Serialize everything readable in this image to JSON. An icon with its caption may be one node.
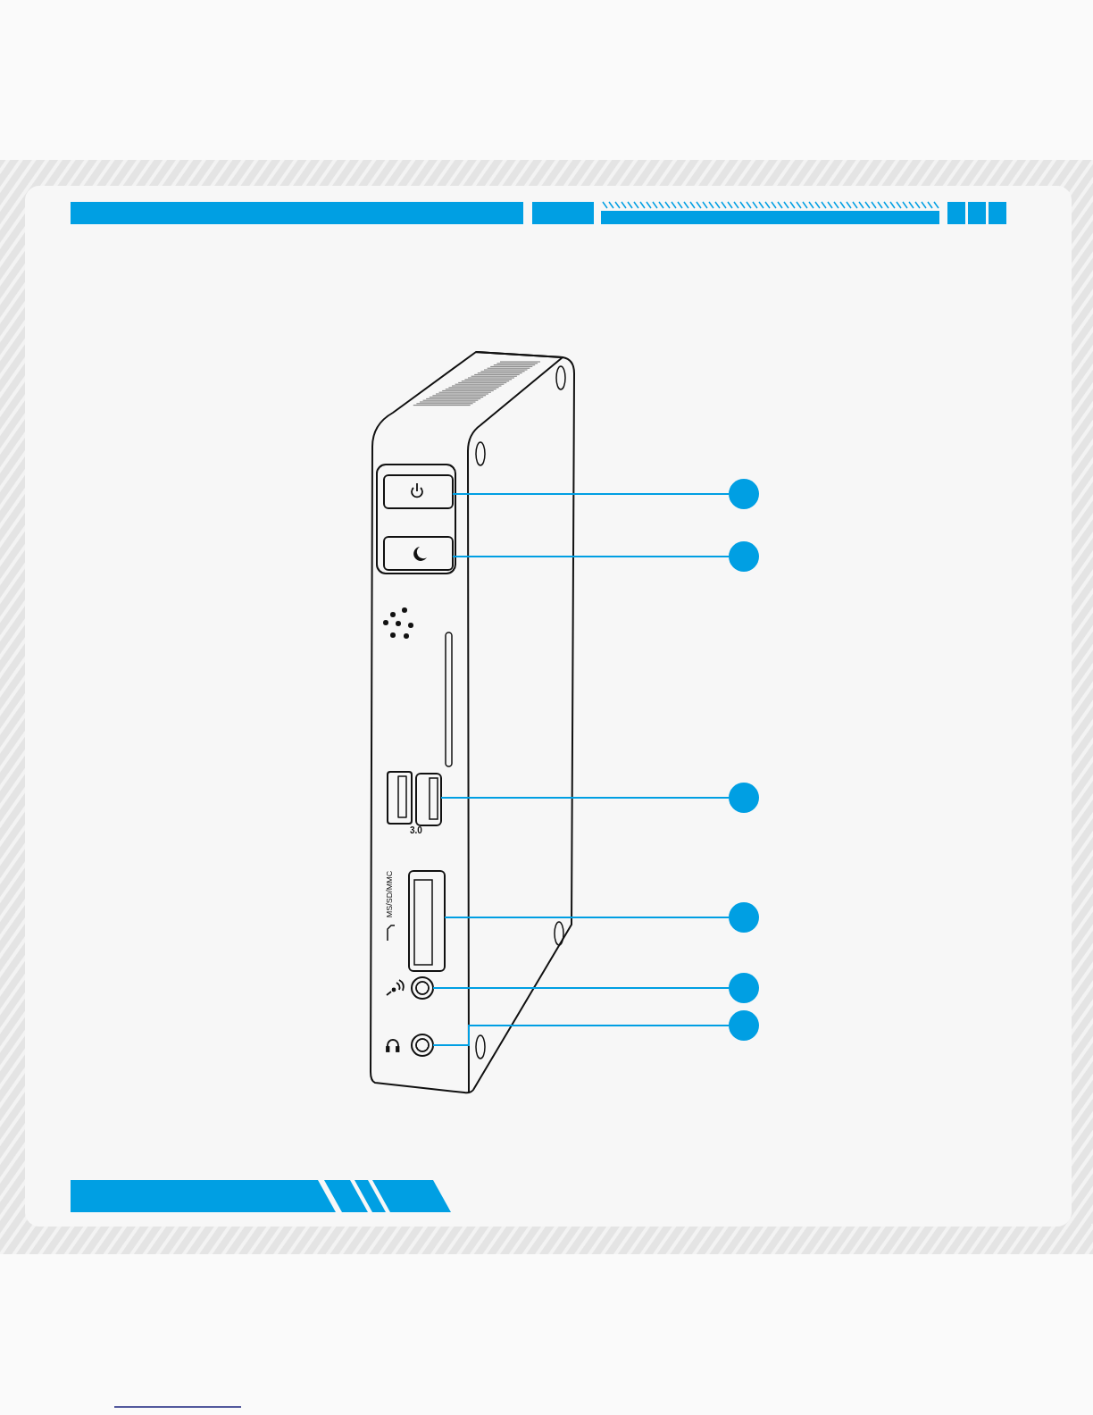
{
  "diagram": {
    "nodes": [
      {
        "text": [],
        "shape": "box"
      },
      {
        "text": [],
        "shape": "box"
      },
      {
        "text": [],
        "shape": "box"
      },
      {
        "text": [],
        "shape": "box"
      },
      {
        "text": [],
        "shape": "circle"
      },
      {
        "text": [],
        "shape": "circle"
      },
      {
        "text": [],
        "shape": "circle"
      },
      {
        "text": [],
        "shape": "circle"
      },
      {
        "text": [],
        "shape": "circle"
      },
      {
        "text": [],
        "shape": "circle"
      },
      {
        "text": [],
        "shape": "circle"
      },
      {
        "text": [],
        "shape": "circle"
      }
    ],
    "edges": [
      {
        "from": 6,
        "to": 0,
        "arrow": "none"
      },
      {
        "from": 7,
        "to": 1,
        "arrow": "none"
      },
      {
        "from": 8,
        "to": 2,
        "arrow": "none"
      },
      {
        "from": 9,
        "to": 3,
        "arrow": "none"
      },
      {
        "from": 10,
        "to": 4,
        "arrow": "none"
      },
      {
        "from": 11,
        "to": 5,
        "arrow": "none"
      }
    ],
    "labels": [
      "3.0",
      "MS/SD/MMC"
    ]
  }
}
